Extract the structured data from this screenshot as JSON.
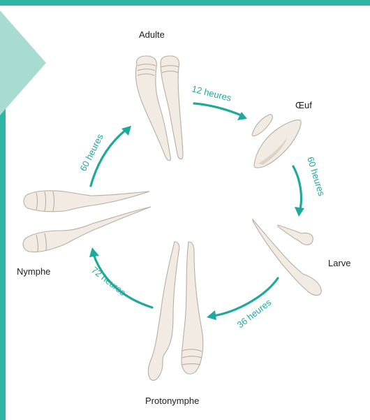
{
  "colors": {
    "accent": "#2fb5a5",
    "arrow": "#1fa89c",
    "body_fill": "#f1ebe3",
    "body_stroke": "#b7aea3",
    "corner": "#a8dcd3"
  },
  "stages": {
    "adult": "Adulte",
    "egg": "Œuf",
    "larva": "Larve",
    "protonymph": "Protonymphe",
    "nymph": "Nymphe"
  },
  "durations": {
    "adult_to_egg": "12 heures",
    "egg_to_larva": "60 heures",
    "larva_to_protonymph": "36 heures",
    "protonymph_to_nymph": "72 heures",
    "nymph_to_adult": "60 heures"
  }
}
